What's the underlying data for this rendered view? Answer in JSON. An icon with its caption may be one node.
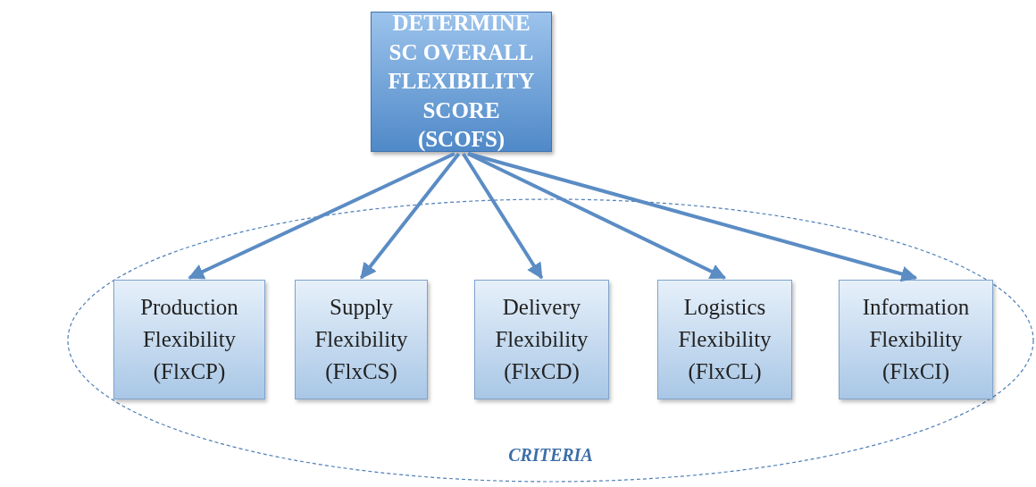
{
  "diagram": {
    "nodes": [
      {
        "text": [
          "DETERMINE SC OVERALL FLEXIBILITY SCORE (SCOFS)"
        ]
      },
      {
        "text": [
          "CRITERIA"
        ]
      },
      {
        "text": [
          "Production Flexibility (FlxCP)"
        ],
        "in": 1
      },
      {
        "text": [
          "Supply Flexibility (FlxCS)"
        ],
        "in": 1
      },
      {
        "text": [
          "Delivery Flexibility (FlxCD)"
        ],
        "in": 1
      },
      {
        "text": [
          "Logistics Flexibility (FlxCL)"
        ],
        "in": 1
      },
      {
        "text": [
          "Information Flexibility (FlxCI)"
        ],
        "in": 1
      }
    ],
    "edges": [
      {
        "from": 0,
        "to": 2,
        "arrow": "to"
      },
      {
        "from": 0,
        "to": 3,
        "arrow": "to"
      },
      {
        "from": 0,
        "to": 4,
        "arrow": "to"
      },
      {
        "from": 0,
        "to": 5,
        "arrow": "to"
      },
      {
        "from": 0,
        "to": 6,
        "arrow": "to"
      }
    ]
  }
}
